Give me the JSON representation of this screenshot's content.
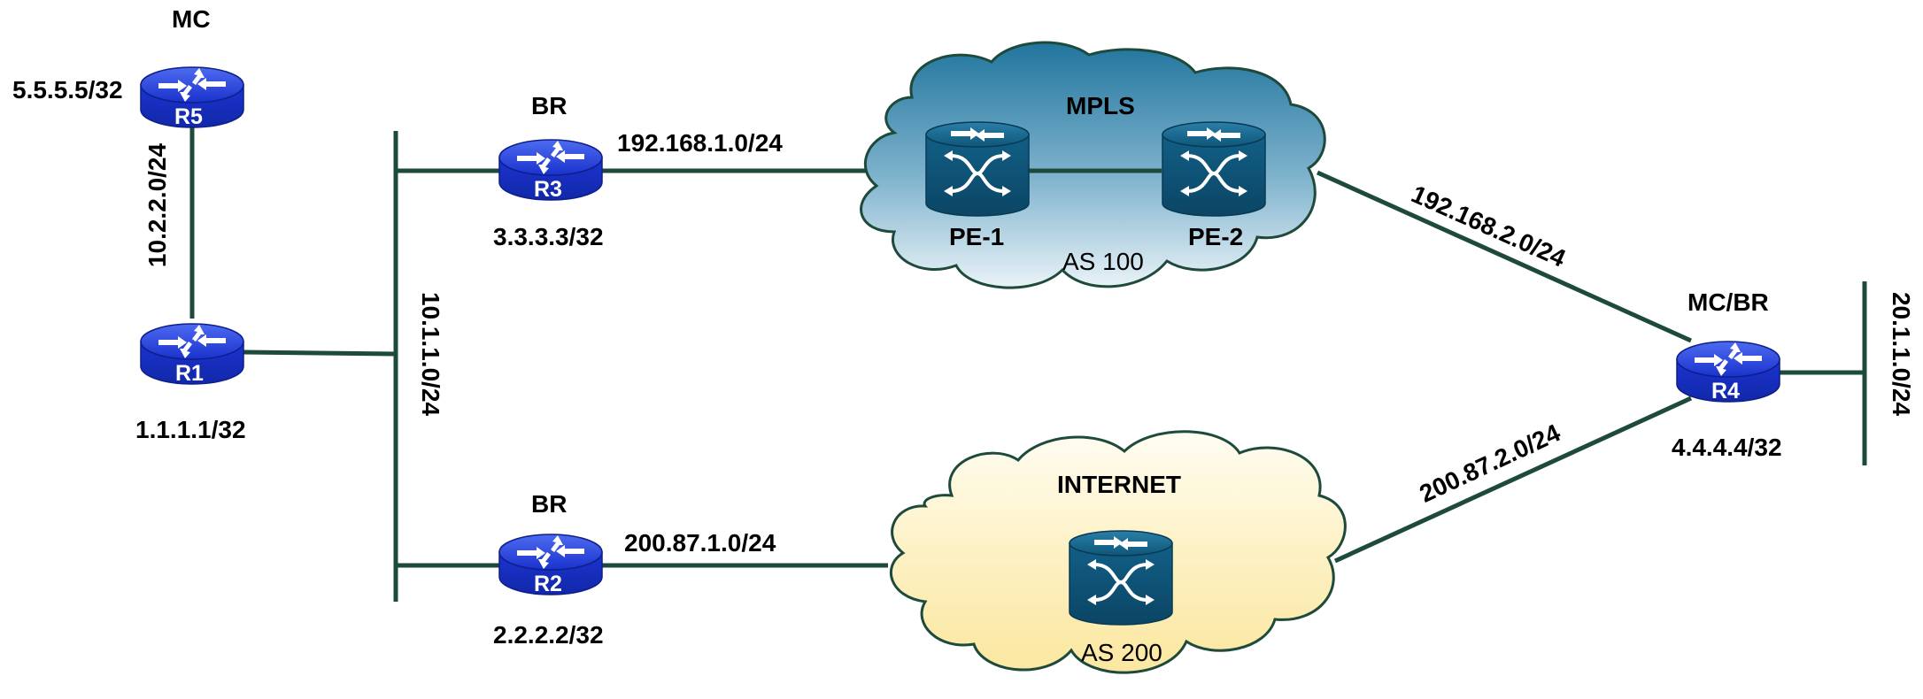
{
  "routers": {
    "r5": {
      "name": "R5",
      "role": "MC",
      "loopback": "5.5.5.5/32"
    },
    "r1": {
      "name": "R1",
      "loopback": "1.1.1.1/32"
    },
    "r3": {
      "name": "R3",
      "role": "BR",
      "loopback": "3.3.3.3/32"
    },
    "r2": {
      "name": "R2",
      "role": "BR",
      "loopback": "2.2.2.2/32"
    },
    "r4": {
      "name": "R4",
      "role": "MC/BR",
      "loopback": "4.4.4.4/32"
    }
  },
  "networks": {
    "r5_r1": "10.2.2.0/24",
    "lan": "10.1.1.0/24",
    "r3_pe1": "192.168.1.0/24",
    "r2_inet": "200.87.1.0/24",
    "pe2_r4": "192.168.2.0/24",
    "inet_r4": "200.87.2.0/24",
    "r4_lan": "20.1.1.0/24"
  },
  "clouds": {
    "mpls": {
      "title": "MPLS",
      "as": "AS 100",
      "pe1": "PE-1",
      "pe2": "PE-2"
    },
    "internet": {
      "title": "INTERNET",
      "as": "AS 200"
    }
  },
  "colors": {
    "link": "#1d4a3a",
    "router_blue": "#1f39d6",
    "switch_teal": "#135f86",
    "mpls_cloud": "#2d84ad",
    "internet_cloud": "#fbe9a6"
  },
  "icons": {
    "router": "router-icon",
    "switch": "mpls-switch-icon"
  }
}
